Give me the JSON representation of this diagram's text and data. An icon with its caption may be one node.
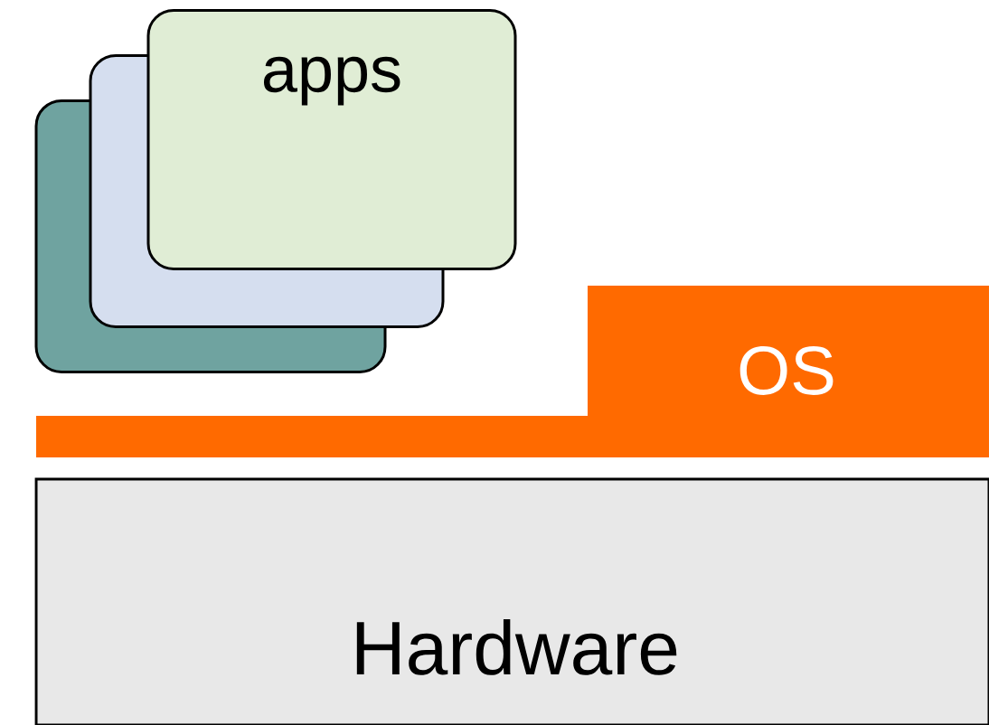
{
  "diagram": {
    "nodes": [
      {
        "text": [],
        "shape": "box"
      },
      {
        "text": [],
        "shape": "box"
      },
      {
        "text": [
          "apps"
        ]
      },
      {
        "text": [
          "OS"
        ]
      },
      {
        "text": [
          "Hardware"
        ]
      }
    ]
  }
}
